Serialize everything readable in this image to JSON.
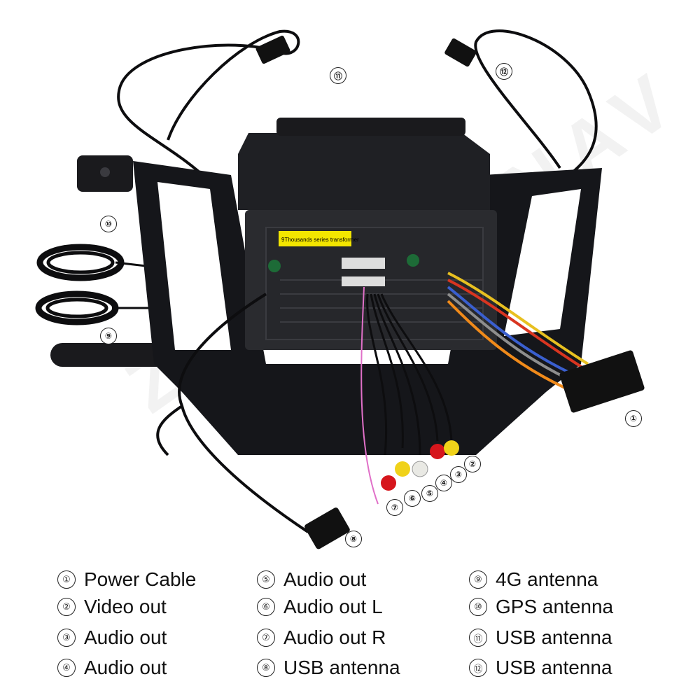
{
  "image": {
    "sticker_text": "9Thousands series transformer",
    "watermark": "ZWNAV"
  },
  "callouts": [
    "①",
    "②",
    "③",
    "④",
    "⑤",
    "⑥",
    "⑦",
    "⑧",
    "⑨",
    "⑩",
    "⑪",
    "⑫"
  ],
  "legend": [
    {
      "num": "①",
      "label": "Power Cable"
    },
    {
      "num": "②",
      "label": "Video out"
    },
    {
      "num": "③",
      "label": "Audio out"
    },
    {
      "num": "④",
      "label": "Audio out"
    },
    {
      "num": "⑤",
      "label": "Audio out"
    },
    {
      "num": "⑥",
      "label": "Audio out L"
    },
    {
      "num": "⑦",
      "label": "Audio out R"
    },
    {
      "num": "⑧",
      "label": "USB antenna"
    },
    {
      "num": "⑨",
      "label": "4G antenna"
    },
    {
      "num": "⑩",
      "label": "GPS antenna"
    },
    {
      "num": "⑪",
      "label": "USB antenna"
    },
    {
      "num": "⑫",
      "label": "USB antenna"
    }
  ],
  "colors": {
    "unit_body": "#1f2024",
    "frame": "#15161a",
    "cable": "#0d0d0f",
    "sticker": "#f3e600",
    "rca_red": "#d6161c",
    "rca_yellow": "#f0d21a",
    "rca_white": "#e9e9e4",
    "harness_wires": [
      "#e8c020",
      "#d93520",
      "#3a5fcf",
      "#8e8e8e",
      "#f08a1a",
      "#222222"
    ]
  }
}
